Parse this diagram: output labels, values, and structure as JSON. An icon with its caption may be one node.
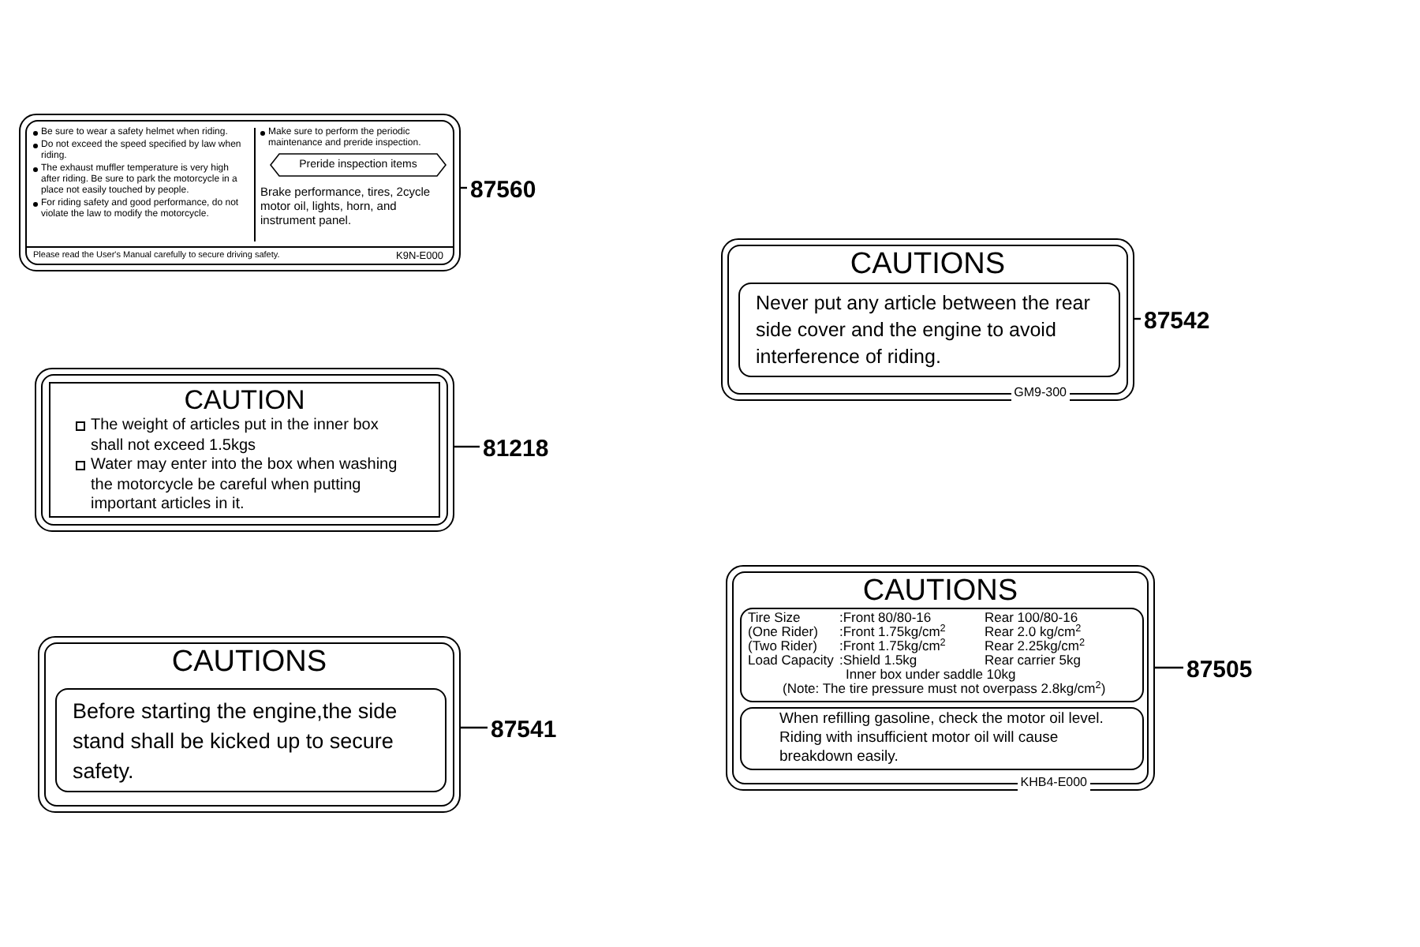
{
  "diagram": {
    "nodes": [
      {
        "text": [
          "Be sure to wear a safety helmet when riding.",
          "Do not exceed the speed specified by law when riding.",
          "The exhaust muffler temperature is very high after riding. Be sure to park the motorcycle in a place not easily touched by people.",
          "For riding safety and good performance, do not violate the law to modify the motorcycle.",
          "Make sure to perform the periodic maintenance and preride inspection.",
          "Brake performance, tires, 2cycle motor oil, lights, horn, and instrument panel.",
          "Please read the User's Manual carefully to secure driving safety.",
          "K9N-E000"
        ]
      },
      {
        "text": [
          "Preride inspection items"
        ],
        "in": 0
      },
      {
        "text": [
          "87560"
        ]
      },
      {
        "text": [
          "CAUTION",
          "The weight of articles put in the inner box shall not exceed 1.5kgs",
          "Water may enter into the box when washing the motorcycle be careful when putting important articles in it."
        ]
      },
      {
        "text": [
          "81218"
        ]
      },
      {
        "text": [
          "CAUTIONS"
        ]
      },
      {
        "text": [
          "Before starting the engine,the side stand shall be kicked up to secure safety."
        ],
        "in": 5
      },
      {
        "text": [
          "87541"
        ]
      },
      {
        "text": [
          "CAUTIONS",
          "GM9-300"
        ]
      },
      {
        "text": [
          "Never put any article between the rear side cover and the engine to avoid interference of riding."
        ],
        "in": 8
      },
      {
        "text": [
          "87542"
        ]
      },
      {
        "text": [
          "CAUTIONS",
          "KHB4-E000"
        ]
      },
      {
        "text": [
          "Tire Size",
          ":Front 80/80-16",
          "Rear 100/80-16",
          "(One Rider)",
          ":Front 1.75kg/cm$^{2}$",
          "Rear 2.0 kg/cm$^{2}$",
          "(Two Rider)",
          ":Front 1.75kg/cm$^{2}$",
          "Rear 2.25kg/cm$^{2}$",
          "Load Capacity",
          ":Shield 1.5kg",
          "Rear carrier 5kg",
          "Inner box under saddle 10kg",
          "(Note: The tire pressure must not overpass 2.8kg/cm$^{2}$)"
        ],
        "in": 11
      },
      {
        "text": [
          "When refilling gasoline, check the motor oil level. Riding with insufficient motor oil will cause breakdown easily."
        ],
        "in": 11
      },
      {
        "text": [
          "87505"
        ]
      }
    ],
    "edges": [
      {
        "from": 2,
        "to": 0,
        "arrow": "none"
      },
      {
        "from": 4,
        "to": 3,
        "arrow": "none"
      },
      {
        "from": 7,
        "to": 5,
        "arrow": "none"
      },
      {
        "from": 10,
        "to": 8,
        "arrow": "none"
      },
      {
        "from": 14,
        "to": 11,
        "arrow": "none"
      }
    ]
  }
}
